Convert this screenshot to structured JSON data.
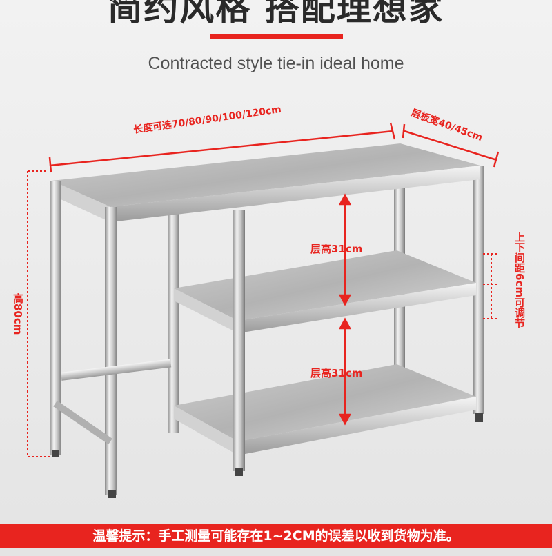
{
  "header": {
    "title": "简约风格 搭配理想家",
    "subtitle": "Contracted style tie-in ideal home"
  },
  "dimensions": {
    "length": "长度可选70/80/90/100/120cm",
    "width": "层板宽40/45cm",
    "height": "高80cm",
    "layer_top": "层高31cm",
    "layer_bottom": "层高31cm",
    "adjust": "上下间距6cm可调节"
  },
  "footer": {
    "notice": "温馨提示：手工测量可能存在1~2CM的误差以收到货物为准。"
  },
  "colors": {
    "accent": "#e8241f",
    "steel": "#bcbcbc"
  }
}
